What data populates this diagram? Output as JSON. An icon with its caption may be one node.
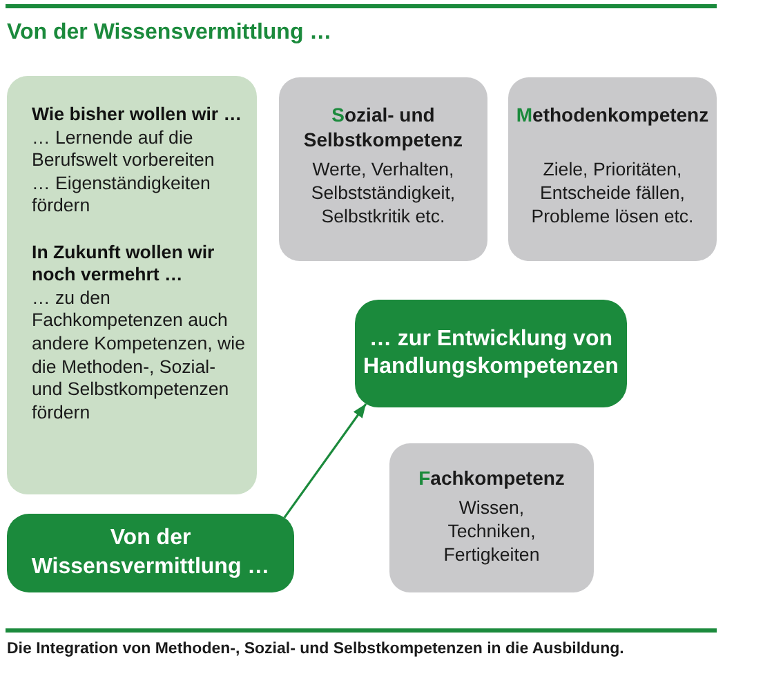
{
  "diagram": {
    "title": "Von der Wissensvermittlung …",
    "caption": "Die Integration von Methoden-, Sozial- und Selbstkompetenzen in die Ausbildung.",
    "nodes": [
      {
        "text": [
          "Wie bisher wollen wir …",
          "… Lernende auf die Berufswelt vorbereiten",
          "… Eigenständigkeiten fördern",
          "In Zukunft wollen wir noch vermehrt …",
          "… zu den Fachkompetenzen auch andere Kompetenzen, wie die Methoden-, Sozial- und Selbstkompetenzen fördern"
        ]
      },
      {
        "text": [
          "Sozial- und Selbstkompetenz",
          "Werte, Verhalten, Selbstständigkeit, Selbstkritik etc."
        ]
      },
      {
        "text": [
          "Methodenkompetenz",
          "Ziele, Prioritäten, Entscheide fällen, Probleme lösen etc."
        ]
      },
      {
        "text": [
          "… zur Entwicklung von Handlungskompetenzen"
        ]
      },
      {
        "text": [
          "Fachkompetenz",
          "Wissen, Techniken, Fertigkeiten"
        ]
      },
      {
        "text": [
          "Von der Wissensvermittlung …"
        ]
      }
    ],
    "edges": [
      {
        "from": 5,
        "to": 3,
        "arrow": "to"
      }
    ]
  }
}
